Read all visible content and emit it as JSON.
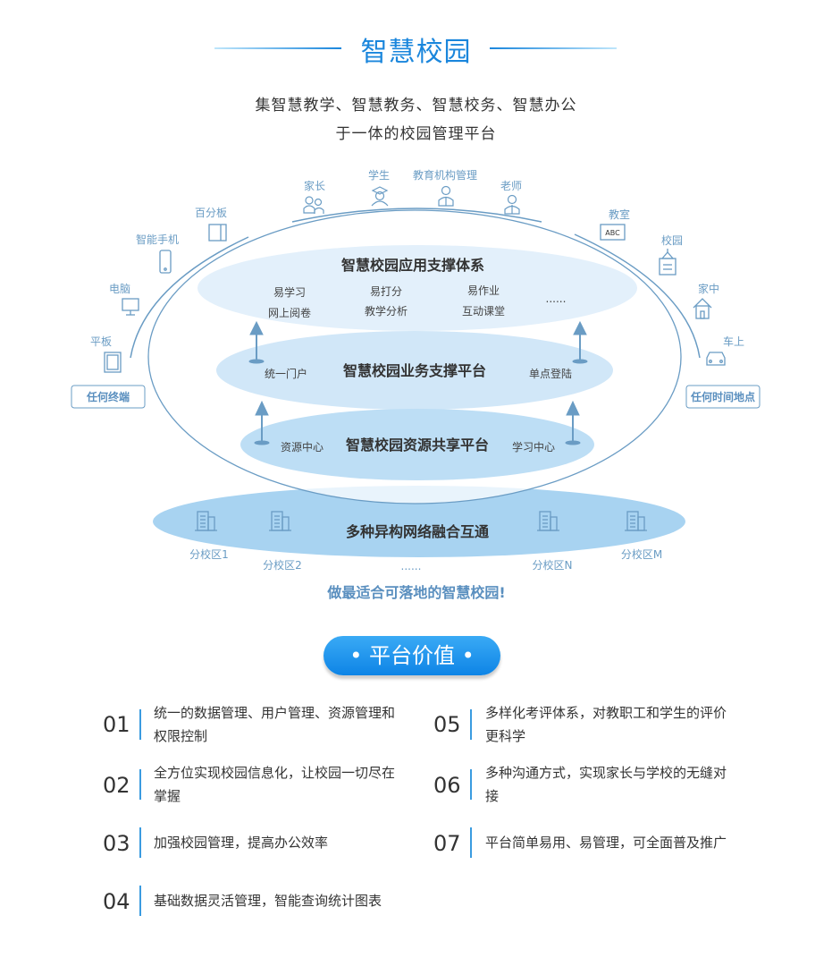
{
  "header": {
    "title": "智慧校园",
    "subtitle_line1": "集智慧教学、智慧教务、智慧校务、智慧办公",
    "subtitle_line2": "于一体的校园管理平台"
  },
  "diagram": {
    "top_roles": [
      "家长",
      "学生",
      "教育机构管理",
      "老师"
    ],
    "left_terminals": [
      "百分板",
      "智能手机",
      "电脑",
      "平板"
    ],
    "left_badge": "任何终端",
    "right_places": [
      "教室",
      "校园",
      "家中",
      "车上"
    ],
    "right_badge": "任何时间地点",
    "classroom_sign": "ABC",
    "app_layer": {
      "title": "智慧校园应用支撑体系",
      "items": [
        "易学习",
        "易打分",
        "易作业",
        "网上阅卷",
        "教学分析",
        "互动课堂",
        "......"
      ]
    },
    "business_layer": {
      "title": "智慧校园业务支撑平台",
      "left": "统一门户",
      "right": "单点登陆"
    },
    "resource_layer": {
      "title": "智慧校园资源共享平台",
      "left": "资源中心",
      "right": "学习中心"
    },
    "network_layer": {
      "title": "多种异构网络融合互通",
      "campuses": [
        "分校区1",
        "分校区2",
        "......",
        "分校区N",
        "分校区M"
      ]
    },
    "slogan": "做最适合可落地的智慧校园!"
  },
  "values": {
    "button": "• 平台价值 •",
    "items": [
      {
        "num": "01",
        "text": "统一的数据管理、用户管理、资源管理和权限控制"
      },
      {
        "num": "02",
        "text": "全方位实现校园信息化，让校园一切尽在掌握"
      },
      {
        "num": "03",
        "text": "加强校园管理，提高办公效率"
      },
      {
        "num": "04",
        "text": "基础数据灵活管理，智能查询统计图表"
      },
      {
        "num": "05",
        "text": "多样化考评体系，对教职工和学生的评价更科学"
      },
      {
        "num": "06",
        "text": "多种沟通方式，实现家长与学校的无缝对接"
      },
      {
        "num": "07",
        "text": "平台简单易用、易管理，可全面普及推广"
      }
    ]
  },
  "colors": {
    "accent": "#1a86dc",
    "line": "#6a9cc4",
    "label": "#5a8fbf"
  }
}
